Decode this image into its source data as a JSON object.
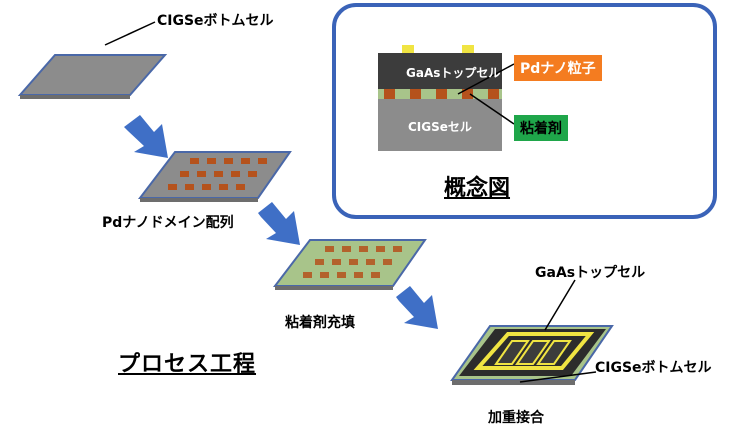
{
  "labels": {
    "step1": "CIGSeボトムセル",
    "step2": "Pdナノドメイン配列",
    "step3": "粘着剤充填",
    "step4": "加重接合",
    "top_cell": "GaAsトップセル",
    "bottom_cell": "CIGSeボトムセル",
    "process_title": "プロセス工程"
  },
  "concept": {
    "title": "概念図",
    "top_layer": "GaAsトップセル",
    "bottom_layer": "CIGSeセル",
    "pd_tag": "Pdナノ粒子",
    "adhesive_tag": "粘着剤"
  },
  "colors": {
    "substrate": "#8c8c8c",
    "substrate_edge": "#4a68a8",
    "pd": "#b5521c",
    "adhesive": "#a8c48a",
    "gaas": "#3c3c3c",
    "electrode": "#f0e442",
    "box_border": "#3a63b8",
    "pd_tag_bg": "#f47c20",
    "adhesive_tag_bg": "#1fa64a",
    "arrow": "#3f6fc6"
  }
}
